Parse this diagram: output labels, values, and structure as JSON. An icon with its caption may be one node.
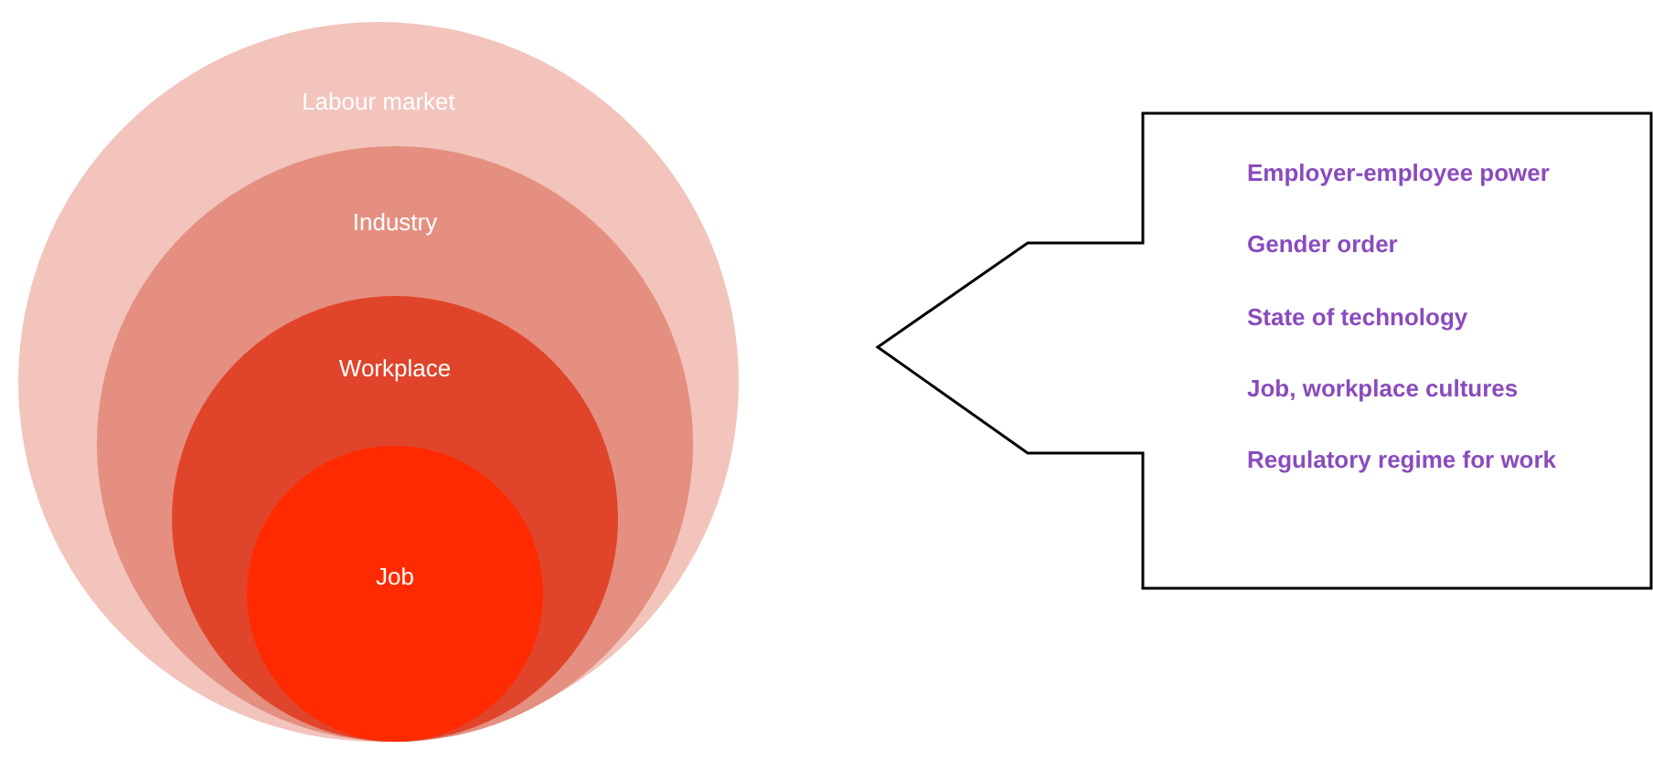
{
  "diagram": {
    "nodes": [
      {
        "text": [
          "Labour market"
        ]
      },
      {
        "text": [
          "Industry"
        ],
        "in": 0
      },
      {
        "text": [
          "Workplace"
        ],
        "in": 1
      },
      {
        "text": [
          "Job"
        ],
        "in": 2
      },
      {
        "text": [
          "Employer-employee power",
          "Gender order",
          "State of technology",
          "Job, workplace cultures",
          "Regulatory regime for work"
        ]
      }
    ],
    "edges": []
  }
}
